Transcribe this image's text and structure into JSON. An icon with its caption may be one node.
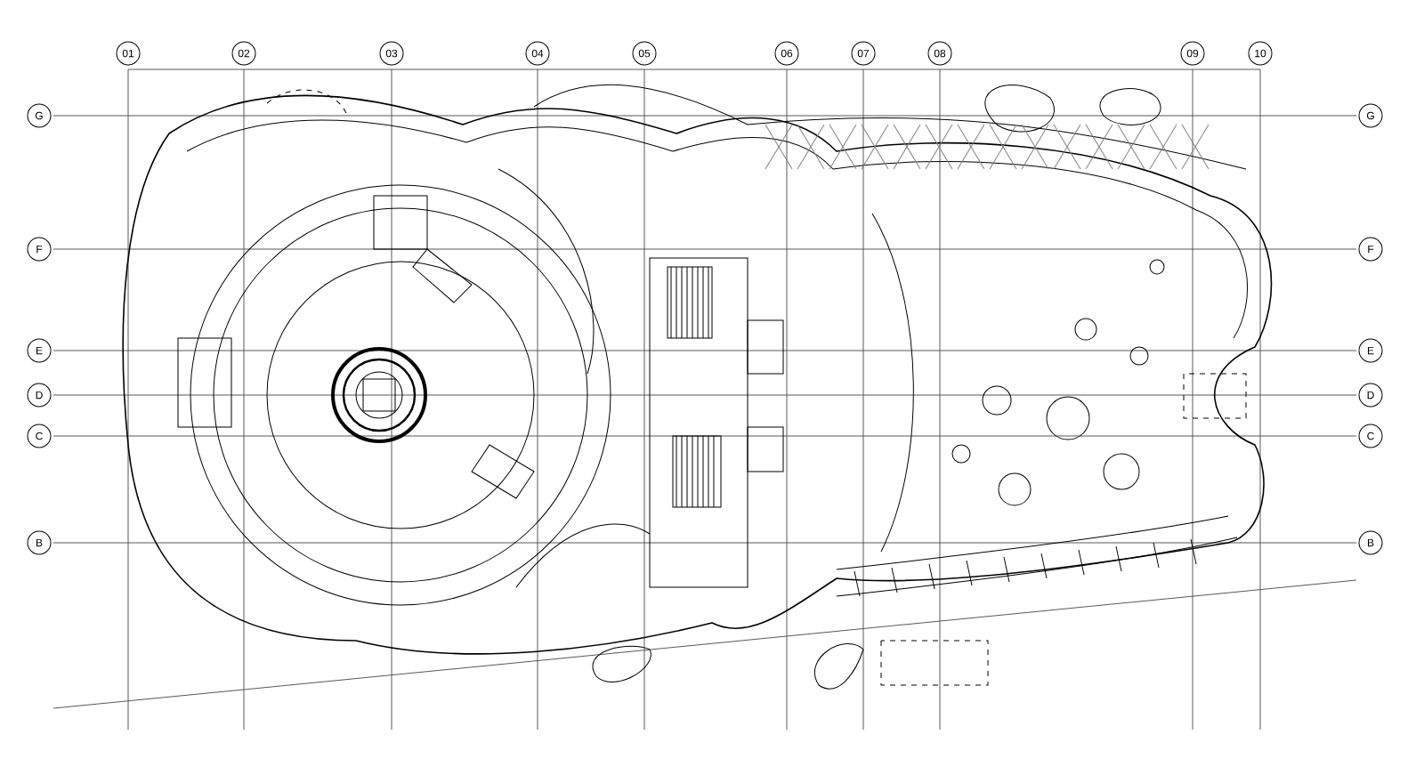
{
  "diagram": {
    "labels": [
      "01",
      "02",
      "03",
      "04",
      "05",
      "06",
      "07",
      "08",
      "09",
      "10",
      "G",
      "F",
      "E",
      "D",
      "C",
      "B",
      "G",
      "F",
      "E",
      "D",
      "C",
      "B"
    ]
  }
}
